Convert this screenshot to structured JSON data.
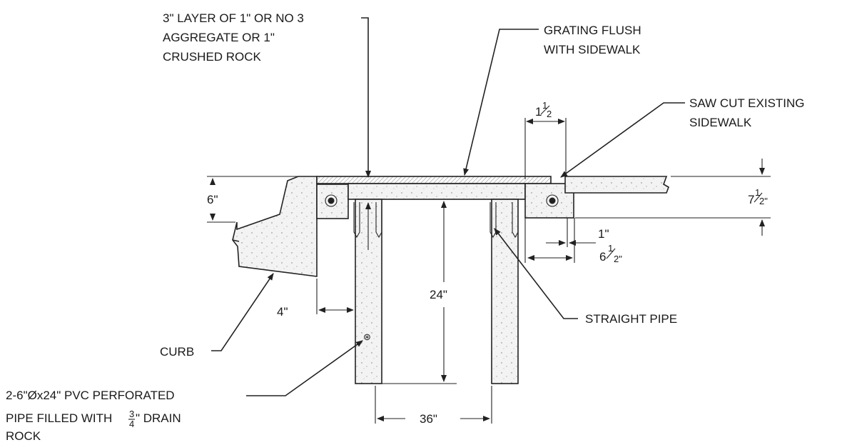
{
  "labels": {
    "aggregate": [
      "3\" LAYER OF 1\" OR NO 3",
      "AGGREGATE OR 1\"",
      "CRUSHED ROCK"
    ],
    "grating": [
      "GRATING FLUSH",
      "WITH SIDEWALK"
    ],
    "sawcut": [
      "SAW CUT EXISTING",
      "SIDEWALK"
    ],
    "straight_pipe": "STRAIGHT PIPE",
    "curb": "CURB",
    "pvc": [
      "2-6\"Øx24\" PVC PERFORATED",
      "PIPE FILLED WITH",
      "\" DRAIN",
      "ROCK"
    ],
    "pvc_frac_num": "3",
    "pvc_frac_den": "4"
  },
  "dims": {
    "d_1half": {
      "whole": "1",
      "num": "1",
      "den": "2"
    },
    "d_6": "6\"",
    "d_7half": {
      "whole": "7",
      "num": "1",
      "den": "2\""
    },
    "d_1in": "1\"",
    "d_6half": {
      "whole": "6",
      "num": "1",
      "den": "2\""
    },
    "d_24": "24\"",
    "d_4": "4\"",
    "d_36": "36\""
  }
}
